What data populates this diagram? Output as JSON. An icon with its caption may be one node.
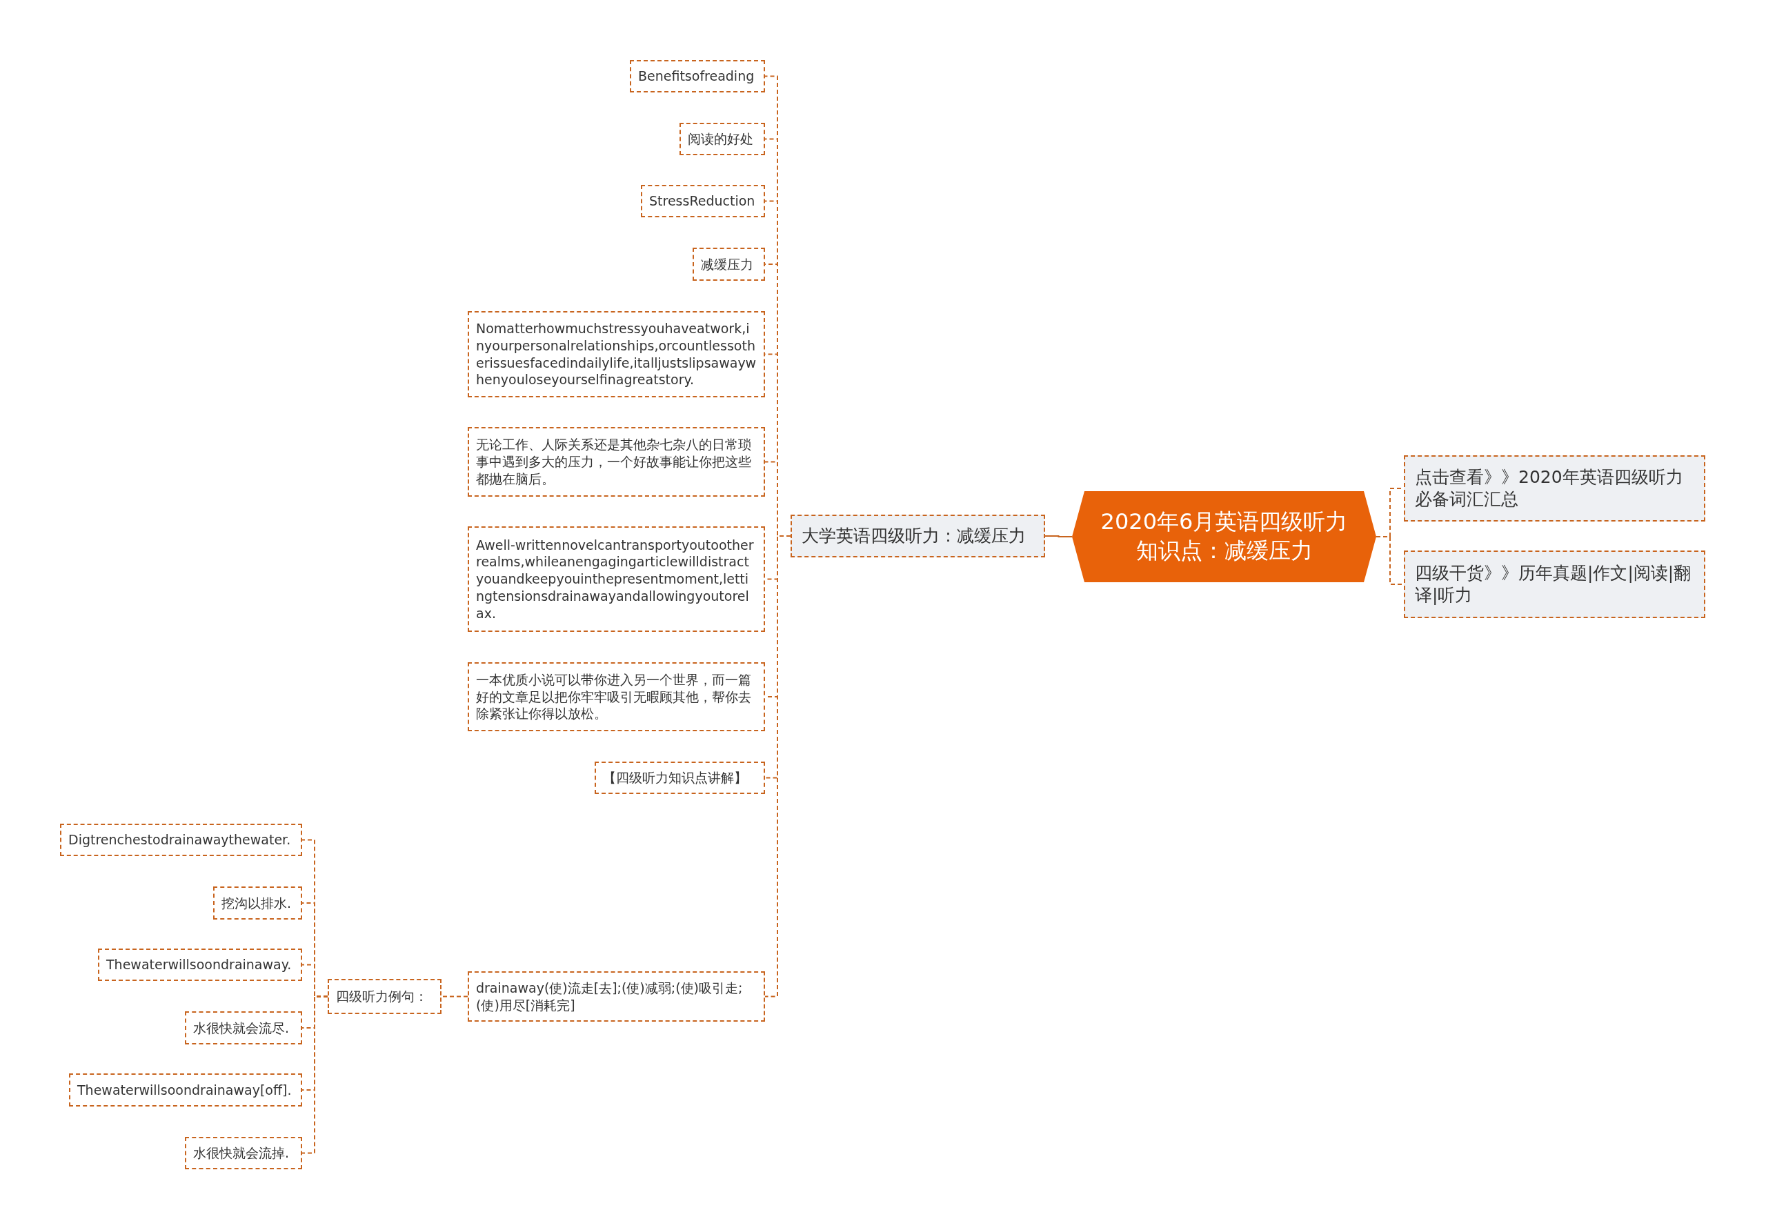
{
  "diagram": {
    "nodes": [
      {
        "text": [
          "2020年6月英语四级听力知识点：减缓压力"
        ]
      },
      {
        "text": [
          "点击查看》》2020年英语四级听力必备词汇汇总"
        ]
      },
      {
        "text": [
          "四级干货》》历年真题|作文|阅读|翻译|听力"
        ]
      },
      {
        "text": [
          "大学英语四级听力：减缓压力"
        ]
      },
      {
        "text": [
          "Benefitsofreading"
        ]
      },
      {
        "text": [
          "阅读的好处"
        ]
      },
      {
        "text": [
          "StressReduction"
        ]
      },
      {
        "text": [
          "减缓压力"
        ]
      },
      {
        "text": [
          "Nomatterhowmuchstressyouhaveatwork,inyourpersonalrelationships,orcountlessotherissuesfacedindailylife,italljustslipsawaywhenyouloseyourselfinagreatstory."
        ]
      },
      {
        "text": [
          "无论工作、人际关系还是其他杂七杂八的日常琐事中遇到多大的压力，一个好故事能让你把这些都抛在脑后。"
        ]
      },
      {
        "text": [
          "Awell-writtennovelcantransportyoutootherrealms,whileanengagingarticlewilldistractyouandkeepyouinthepresentmoment,lettingtensionsdrainawayandallowingyoutorelax."
        ]
      },
      {
        "text": [
          "一本优质小说可以带你进入另一个世界，而一篇好的文章足以把你牢牢吸引无暇顾其他，帮你去除紧张让你得以放松。"
        ]
      },
      {
        "text": [
          "【四级听力知识点讲解】"
        ]
      },
      {
        "text": [
          "drainaway(使)流走[去];(使)减弱;(使)吸引走;(使)用尽[消耗完]"
        ]
      },
      {
        "text": [
          "四级听力例句："
        ]
      },
      {
        "text": [
          "Digtrenchestodrainawaythewater."
        ]
      },
      {
        "text": [
          "挖沟以排水."
        ]
      },
      {
        "text": [
          "Thewaterwillsoondrainaway."
        ]
      },
      {
        "text": [
          "水很快就会流尽."
        ]
      },
      {
        "text": [
          "Thewaterwillsoondrainaway[off]."
        ]
      },
      {
        "text": [
          "水很快就会流掉."
        ]
      }
    ],
    "edges": [
      {
        "from": 0,
        "to": 1,
        "arrow": "none",
        "style": "dashed"
      },
      {
        "from": 0,
        "to": 2,
        "arrow": "none",
        "style": "dashed"
      },
      {
        "from": 0,
        "to": 3,
        "arrow": "none"
      },
      {
        "from": 3,
        "to": 4,
        "arrow": "none",
        "style": "dashed"
      },
      {
        "from": 3,
        "to": 5,
        "arrow": "none",
        "style": "dashed"
      },
      {
        "from": 3,
        "to": 6,
        "arrow": "none",
        "style": "dashed"
      },
      {
        "from": 3,
        "to": 7,
        "arrow": "none",
        "style": "dashed"
      },
      {
        "from": 3,
        "to": 8,
        "arrow": "none",
        "style": "dashed"
      },
      {
        "from": 3,
        "to": 9,
        "arrow": "none",
        "style": "dashed"
      },
      {
        "from": 3,
        "to": 10,
        "arrow": "none",
        "style": "dashed"
      },
      {
        "from": 3,
        "to": 11,
        "arrow": "none",
        "style": "dashed"
      },
      {
        "from": 3,
        "to": 12,
        "arrow": "none",
        "style": "dashed"
      },
      {
        "from": 3,
        "to": 13,
        "arrow": "none",
        "style": "dashed"
      },
      {
        "from": 13,
        "to": 14,
        "arrow": "none",
        "style": "dashed"
      },
      {
        "from": 14,
        "to": 15,
        "arrow": "none",
        "style": "dashed"
      },
      {
        "from": 14,
        "to": 16,
        "arrow": "none",
        "style": "dashed"
      },
      {
        "from": 14,
        "to": 17,
        "arrow": "none",
        "style": "dashed"
      },
      {
        "from": 14,
        "to": 18,
        "arrow": "none",
        "style": "dashed"
      },
      {
        "from": 14,
        "to": 19,
        "arrow": "none",
        "style": "dashed"
      },
      {
        "from": 14,
        "to": 20,
        "arrow": "none",
        "style": "dashed"
      }
    ]
  }
}
